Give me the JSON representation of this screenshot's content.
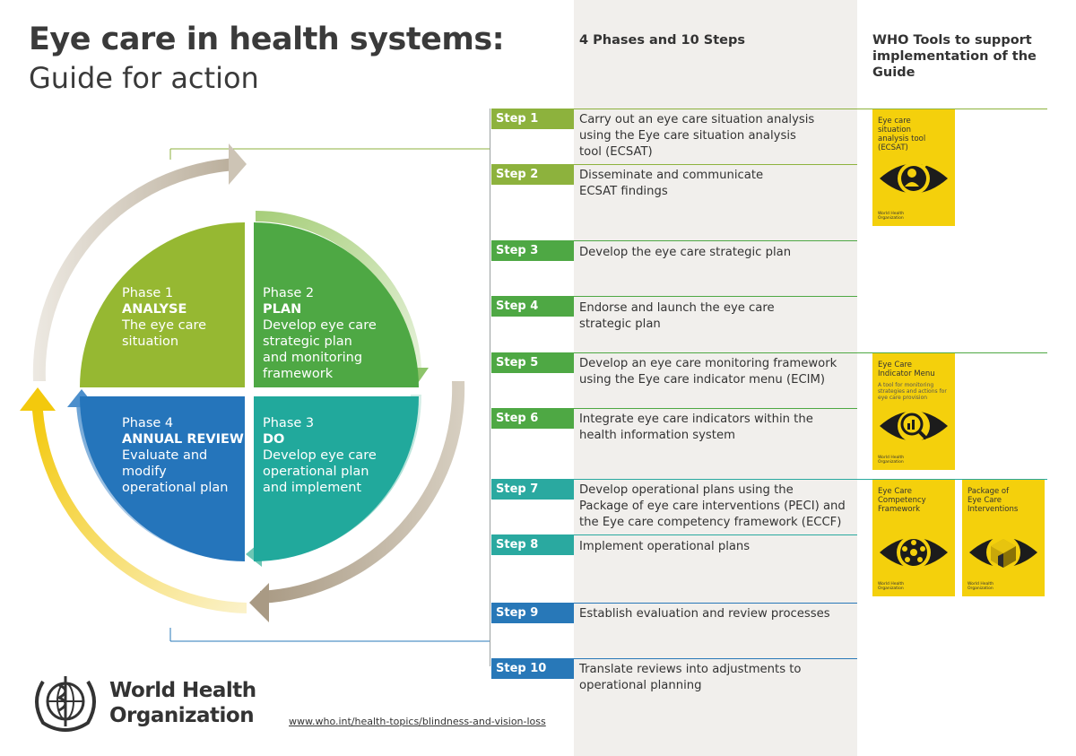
{
  "title": {
    "line1": "Eye care in health systems:",
    "line2": "Guide for action"
  },
  "columns": {
    "phases_steps": "4 Phases and 10 Steps",
    "tools": "WHO Tools to support implementation of the Guide"
  },
  "colors": {
    "step_green": "#8db23d",
    "step_teal": "#2aa9a0",
    "step_blue": "#2878b8",
    "phase1": "#96b832",
    "phase2": "#4ea844",
    "phase3": "#21a99c",
    "phase4": "#2575bb",
    "tool_yellow": "#f4d00c"
  },
  "phases": [
    {
      "num": "Phase 1",
      "name": "ANALYSE",
      "desc": "The eye care situation",
      "lines": [
        "The eye care",
        "situation"
      ]
    },
    {
      "num": "Phase 2",
      "name": "PLAN",
      "desc": "Develop eye care strategic plan and monitoring framework",
      "lines": [
        "Develop eye care",
        "strategic plan",
        "and monitoring",
        "framework"
      ]
    },
    {
      "num": "Phase 3",
      "name": "DO",
      "desc": "Develop eye care operational plan and implement",
      "lines": [
        "Develop eye care",
        "operational plan",
        "and implement"
      ]
    },
    {
      "num": "Phase 4",
      "name": "ANNUAL REVIEW",
      "desc": "Evaluate and modify operational plan",
      "lines": [
        "Evaluate and",
        "modify",
        "operational plan"
      ]
    }
  ],
  "steps": [
    {
      "label": "Step 1",
      "lines": [
        "Carry out an eye care situation analysis",
        "using the Eye care situation analysis",
        "tool (ECSAT)"
      ]
    },
    {
      "label": "Step 2",
      "lines": [
        "Disseminate and communicate",
        "ECSAT findings"
      ]
    },
    {
      "label": "Step 3",
      "lines": [
        "Develop the eye care strategic plan"
      ]
    },
    {
      "label": "Step 4",
      "lines": [
        "Endorse and launch the eye care",
        "strategic plan"
      ]
    },
    {
      "label": "Step 5",
      "lines": [
        "Develop an eye care monitoring framework",
        "using the Eye care indicator menu (ECIM)"
      ]
    },
    {
      "label": "Step 6",
      "lines": [
        "Integrate eye care indicators within the",
        "health information system"
      ]
    },
    {
      "label": "Step 7",
      "lines": [
        "Develop operational plans using the",
        "Package of eye care interventions (PECI) and",
        "the Eye care competency framework (ECCF)"
      ]
    },
    {
      "label": "Step 8",
      "lines": [
        "Implement operational plans"
      ]
    },
    {
      "label": "Step 9",
      "lines": [
        "Establish evaluation and review processes"
      ]
    },
    {
      "label": "Step 10",
      "lines": [
        "Translate reviews into adjustments to",
        "operational planning"
      ]
    }
  ],
  "tools": [
    {
      "title": [
        "Eye care",
        "situation",
        "analysis tool"
      ],
      "sub": "(ECSAT)",
      "icon": "magnifier-person-eye-icon"
    },
    {
      "title": [
        "Eye Care",
        "Indicator Menu"
      ],
      "sub": "A tool for monitoring strategies and actions for eye care provision",
      "icon": "magnifier-chart-eye-icon"
    },
    {
      "title": [
        "Eye Care",
        "Competency",
        "Framework"
      ],
      "sub": "",
      "icon": "competency-circle-eye-icon"
    },
    {
      "title": [
        "Package of",
        "Eye Care",
        "Interventions"
      ],
      "sub": "",
      "icon": "cube-eye-icon"
    }
  ],
  "who_logo": {
    "line1": "World Health",
    "line2": "Organization",
    "small": [
      "World Health",
      "Organization"
    ]
  },
  "url": "www.who.int/health-topics/blindness-and-vision-loss"
}
